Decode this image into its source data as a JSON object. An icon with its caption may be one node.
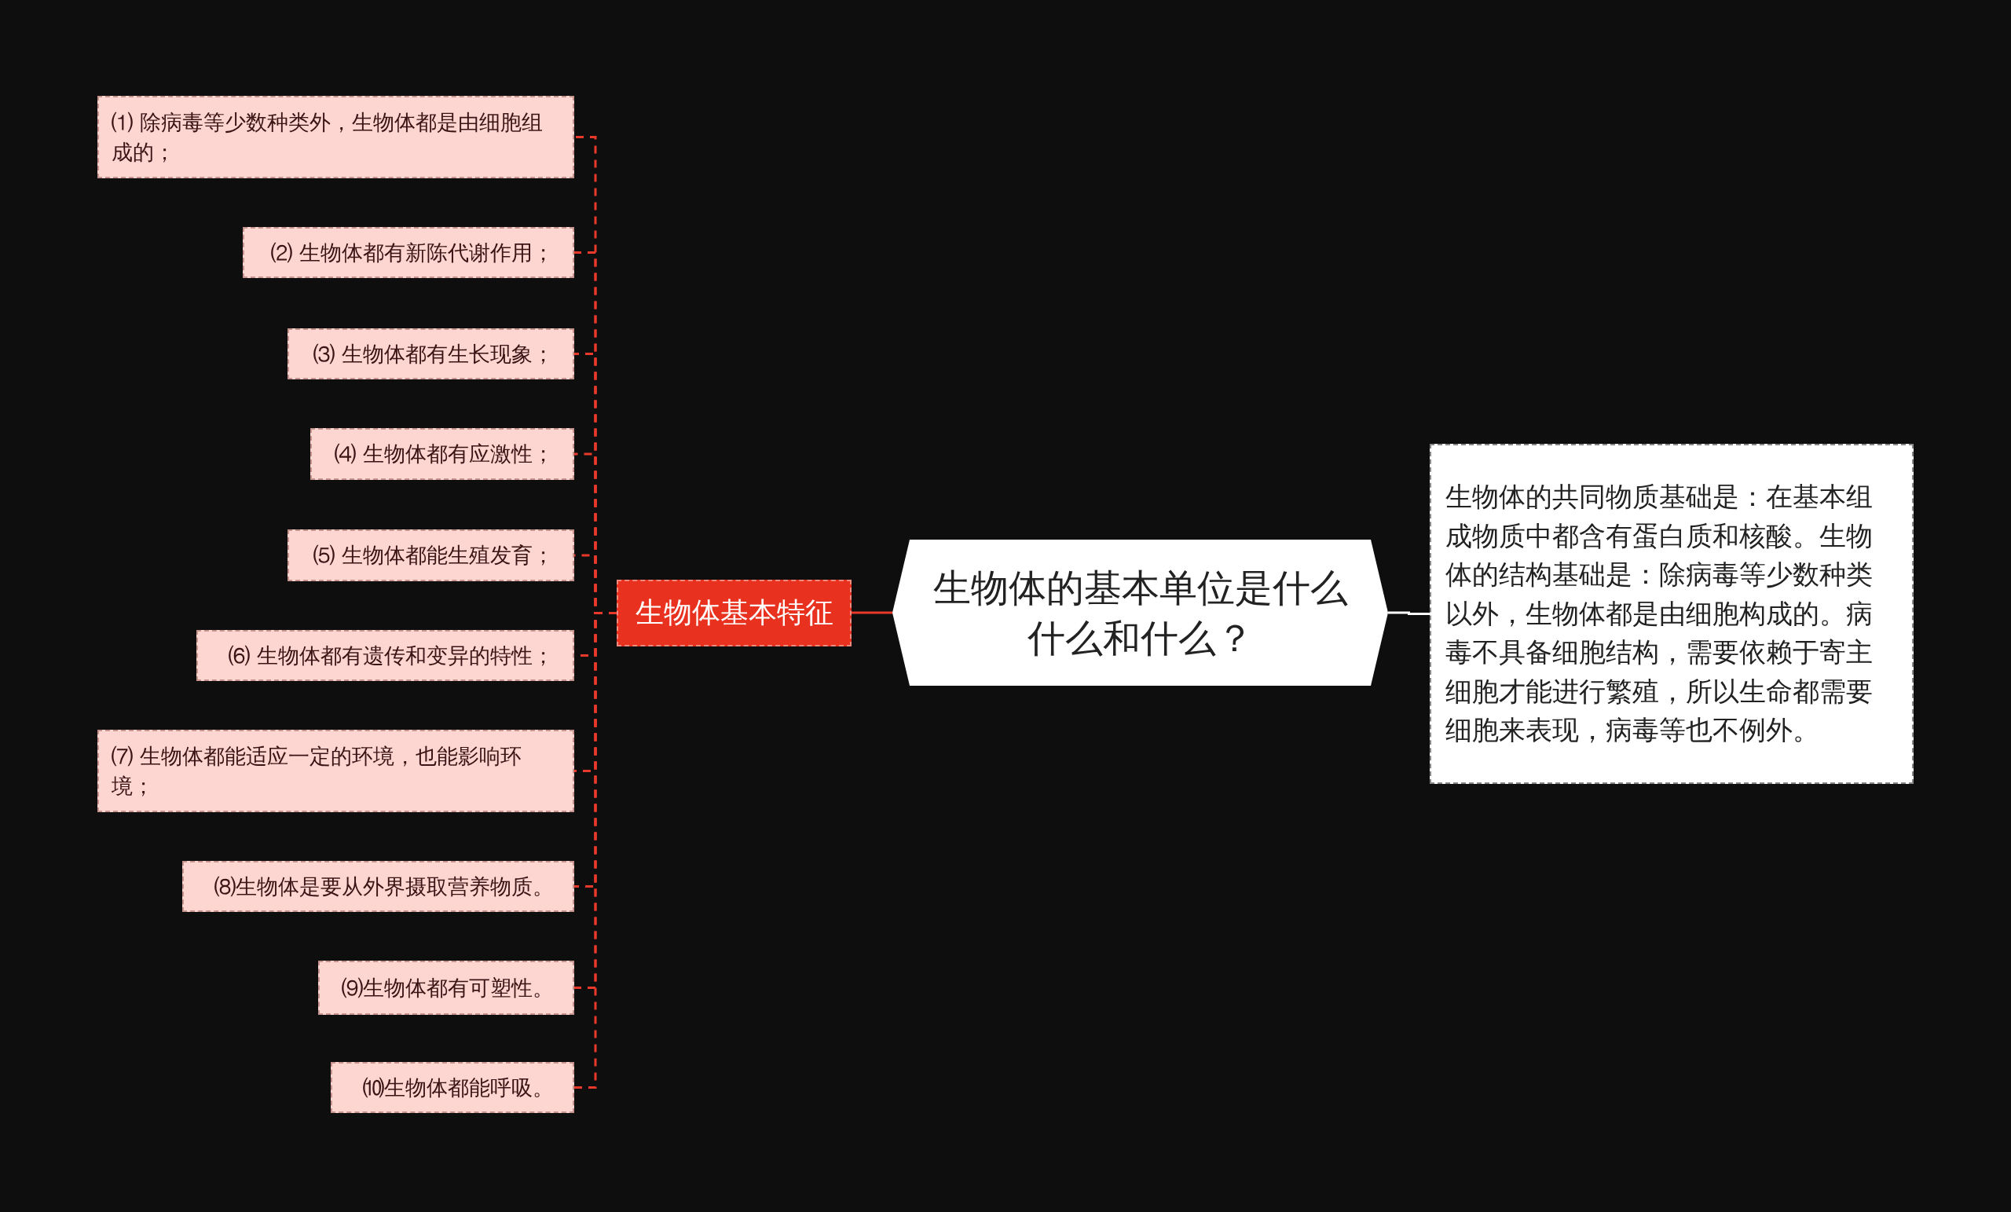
{
  "diagram": {
    "nodes": [
      {
        "text": [
          "生物体的基本单位是什么什么和什么？"
        ]
      },
      {
        "text": [
          "生物体基本特征"
        ]
      },
      {
        "text": [
          "⑴ 除病毒等少数种类外，生物体都是由细胞组成的；"
        ]
      },
      {
        "text": [
          "⑵ 生物体都有新陈代谢作用；"
        ]
      },
      {
        "text": [
          "⑶ 生物体都有生长现象；"
        ]
      },
      {
        "text": [
          "⑷ 生物体都有应激性；"
        ]
      },
      {
        "text": [
          "⑸ 生物体都能生殖发育；"
        ]
      },
      {
        "text": [
          "⑹ 生物体都有遗传和变异的特性；"
        ]
      },
      {
        "text": [
          "⑺ 生物体都能适应一定的环境，也能影响环境；"
        ]
      },
      {
        "text": [
          "⑻生物体是要从外界摄取营养物质。"
        ]
      },
      {
        "text": [
          "⑼生物体都有可塑性。"
        ]
      },
      {
        "text": [
          "⑽生物体都能呼吸。"
        ]
      },
      {
        "text": [
          "生物体的共同物质基础是：在基本组成物质中都含有蛋白质和核酸。生物体的结构基础是：除病毒等少数种类以外，生物体都是由细胞构成的。病毒不具备细胞结构，需要依赖于寄主细胞才能进行繁殖，所以生命都需要细胞来表现，病毒等也不例外。"
        ]
      }
    ],
    "edges": [
      {
        "from": 0,
        "to": 1,
        "arrow": "none"
      },
      {
        "from": 1,
        "to": 2,
        "arrow": "none",
        "style": "dashed"
      },
      {
        "from": 1,
        "to": 3,
        "arrow": "none",
        "style": "dashed"
      },
      {
        "from": 1,
        "to": 4,
        "arrow": "none",
        "style": "dashed"
      },
      {
        "from": 1,
        "to": 5,
        "arrow": "none",
        "style": "dashed"
      },
      {
        "from": 1,
        "to": 6,
        "arrow": "none",
        "style": "dashed"
      },
      {
        "from": 1,
        "to": 7,
        "arrow": "none",
        "style": "dashed"
      },
      {
        "from": 1,
        "to": 8,
        "arrow": "none",
        "style": "dashed"
      },
      {
        "from": 1,
        "to": 9,
        "arrow": "none",
        "style": "dashed"
      },
      {
        "from": 1,
        "to": 10,
        "arrow": "none",
        "style": "dashed"
      },
      {
        "from": 1,
        "to": 11,
        "arrow": "none",
        "style": "dashed"
      },
      {
        "from": 0,
        "to": 12,
        "arrow": "none",
        "color": "#ffffff"
      }
    ]
  }
}
